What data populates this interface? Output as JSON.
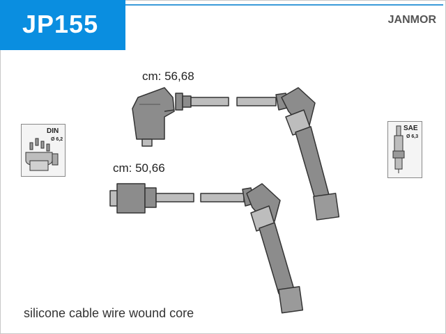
{
  "header": {
    "part_number": "JP155",
    "brand": "JANMOR"
  },
  "cables": [
    {
      "length_label": "cm: 56,68"
    },
    {
      "length_label": "cm: 50,66"
    }
  ],
  "badges": {
    "distributor": {
      "standard": "DIN",
      "size": "Ø 6,2"
    },
    "spark_plug": {
      "standard": "SAE",
      "size": "Ø 6,3"
    }
  },
  "footer": {
    "description": "silicone cable wire wound core"
  },
  "colors": {
    "accent": "#0a8ee0",
    "boot": "#8c8c8c",
    "outline": "#333333"
  }
}
